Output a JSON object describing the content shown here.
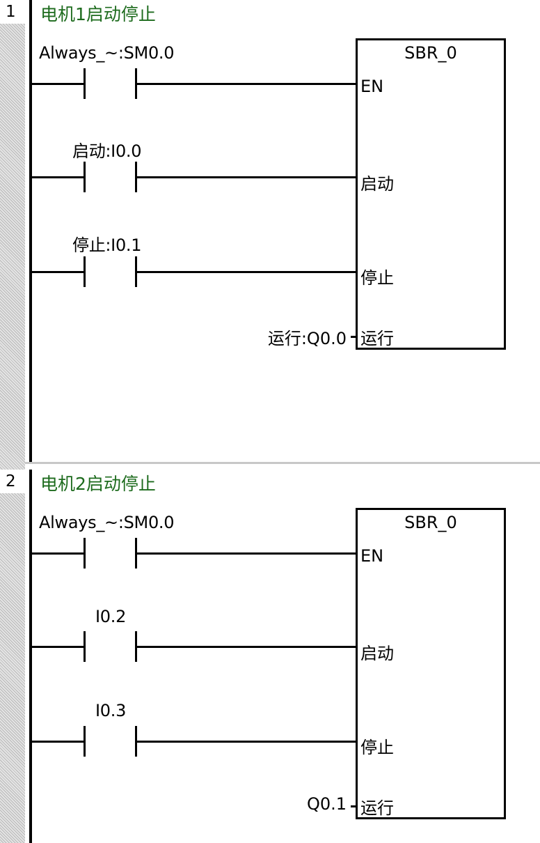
{
  "networks": [
    {
      "number": "1",
      "title": "电机1启动停止",
      "contacts": [
        {
          "label": "Always_~:SM0.0"
        },
        {
          "label": "启动:I0.0"
        },
        {
          "label": "停止:I0.1"
        }
      ],
      "block": {
        "name": "SBR_0",
        "pins": [
          "EN",
          "启动",
          "停止",
          "运行"
        ],
        "output": "运行:Q0.0"
      }
    },
    {
      "number": "2",
      "title": "电机2启动停止",
      "contacts": [
        {
          "label": "Always_~:SM0.0"
        },
        {
          "label": "I0.2"
        },
        {
          "label": "I0.3"
        }
      ],
      "block": {
        "name": "SBR_0",
        "pins": [
          "EN",
          "启动",
          "停止",
          "运行"
        ],
        "output": "Q0.1"
      }
    }
  ]
}
